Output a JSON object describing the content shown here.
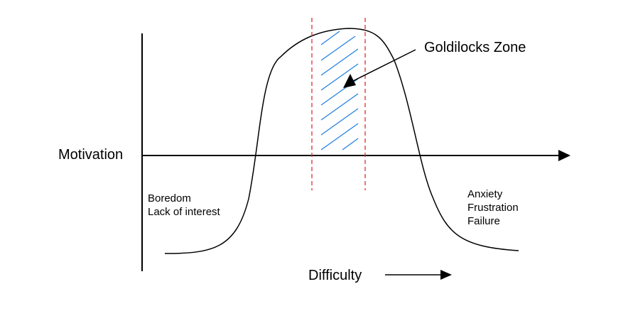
{
  "axis": {
    "y_label": "Motivation",
    "x_label": "Difficulty"
  },
  "zone": {
    "label": "Goldilocks Zone"
  },
  "left_region": {
    "lines": [
      "Boredom",
      "Lack of interest"
    ]
  },
  "right_region": {
    "lines": [
      "Anxiety",
      "Frustration",
      "Failure"
    ]
  },
  "colors": {
    "line": "#000000",
    "zone_boundary": "#e03030",
    "zone_hatch": "#1f7ee0",
    "background": "#ffffff"
  }
}
